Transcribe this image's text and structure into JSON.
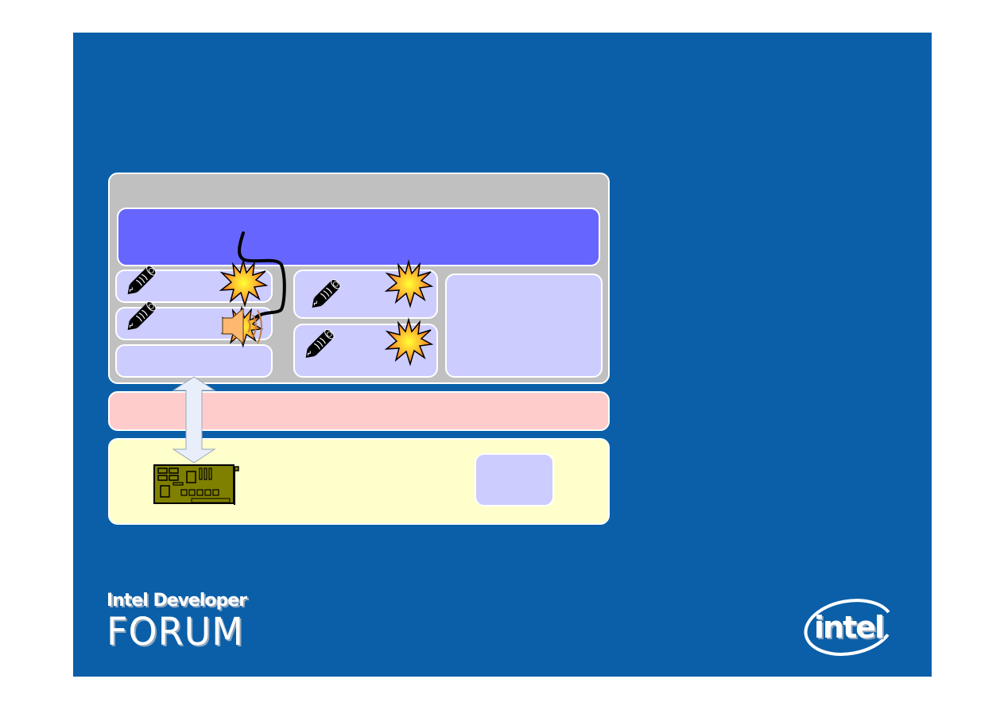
{
  "slide": {
    "background_color": "#0a5fa8",
    "title": "",
    "diagram": {
      "layers": [
        {
          "id": "upper-container",
          "color": "#c0c0c0",
          "label": ""
        },
        {
          "id": "top-bar",
          "color": "#6666ff",
          "label": ""
        },
        {
          "id": "middle-layer",
          "color": "#ffcccc",
          "label": ""
        },
        {
          "id": "bottom-layer",
          "color": "#ffffcc",
          "label": ""
        }
      ],
      "sub_boxes": [
        {
          "id": "left-box-1",
          "color": "#ccccff",
          "icons": [
            "pencil-icon",
            "explosion-icon"
          ]
        },
        {
          "id": "left-box-2",
          "color": "#ccccff",
          "icons": [
            "pencil-icon",
            "speaker-icon",
            "explosion-icon"
          ]
        },
        {
          "id": "left-box-3",
          "color": "#ccccff",
          "icons": []
        },
        {
          "id": "center-box-1",
          "color": "#ccccff",
          "icons": [
            "pencil-icon",
            "explosion-icon"
          ]
        },
        {
          "id": "center-box-2",
          "color": "#ccccff",
          "icons": [
            "pencil-icon",
            "explosion-icon"
          ]
        },
        {
          "id": "right-box",
          "color": "#ccccff",
          "icons": []
        },
        {
          "id": "bottom-small-box",
          "color": "#ccccff",
          "icons": []
        }
      ],
      "connectors": [
        "double-arrow-icon",
        "cable-line"
      ],
      "hardware_icon": "circuit-board-icon"
    },
    "footer": {
      "left_logo_line1": "Intel Developer",
      "left_logo_line2": "FORUM",
      "right_logo": "intel"
    }
  }
}
